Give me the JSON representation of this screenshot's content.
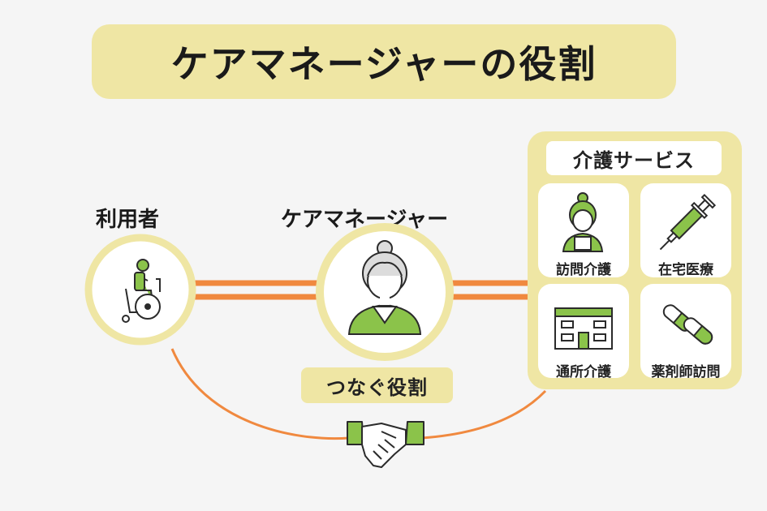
{
  "title": "ケアマネージャーの役割",
  "user": {
    "label": "利用者",
    "icon": "wheelchair-user-icon"
  },
  "manager": {
    "label": "ケアマネージャー",
    "icon": "care-manager-woman-icon"
  },
  "role": {
    "label": "つなぐ役割",
    "icon": "handshake-icon"
  },
  "services": {
    "title": "介護サービス",
    "items": [
      {
        "label": "訪問介護",
        "icon": "home-care-worker-icon"
      },
      {
        "label": "在宅医療",
        "icon": "syringe-icon"
      },
      {
        "label": "通所介護",
        "icon": "day-care-building-icon"
      },
      {
        "label": "薬剤師訪問",
        "icon": "capsule-icon"
      }
    ]
  },
  "colors": {
    "background": "#f5f5f5",
    "panel": "#efe6a4",
    "accent_orange": "#f0893f",
    "accent_green": "#8bc34a",
    "line_dark": "#2b2b2b"
  }
}
